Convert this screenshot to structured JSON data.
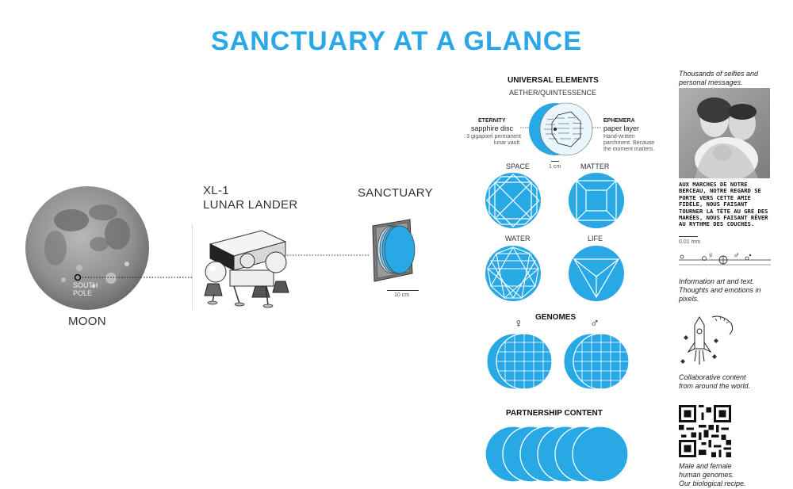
{
  "title": "SANCTUARY AT A GLANCE",
  "moon": {
    "label": "MOON",
    "marker_label": "SOUTH POLE"
  },
  "lander": {
    "label_line1": "XL-1",
    "label_line2": "LUNAR LANDER"
  },
  "sanctuary": {
    "label": "SANCTUARY",
    "scale": "10 cm"
  },
  "universal": {
    "heading": "UNIVERSAL ELEMENTS",
    "subheading": "AETHER/QUINTESSENCE",
    "eternity": {
      "title": "ETERNITY",
      "subtitle": "sapphire disc",
      "desc1": "3 gigapixel permanent",
      "desc2": "lunar vault."
    },
    "ephemera": {
      "title": "EPHEMERA",
      "subtitle": "paper layer",
      "desc1": "Hand-written",
      "desc2": "parchment. Because",
      "desc3": "the moment matters."
    },
    "scale": "1 cm",
    "elements": [
      "SPACE",
      "MATTER",
      "WATER",
      "LIFE"
    ]
  },
  "genomes": {
    "heading": "GENOMES",
    "female_symbol": "♀",
    "male_symbol": "♂"
  },
  "partnership": {
    "heading": "PARTNERSHIP CONTENT"
  },
  "sidebar": {
    "selfies_caption1": "Thousands of selfies and",
    "selfies_caption2": "personal messages.",
    "handwritten": [
      "AUX MARCHES DE NOTRE",
      "BERCEAU, NOTRE REGARD SE",
      "PORTE VERS CETTE AMIE",
      "FIDÈLE, NOUS FAISANT",
      "TOURNER LA TÊTE AU GRÉ DES",
      "MARÉES, NOUS FAISANT RÊVER",
      "AU RYTHME DES COUCHÉS."
    ],
    "scale": "0.01 mm",
    "info_caption1": "Information art and text.",
    "info_caption2": "Thoughts and emotions in",
    "info_caption3": "pixels.",
    "collab_caption1": "Collaborative content",
    "collab_caption2": "from around the world.",
    "genome_caption1": "Male and female",
    "genome_caption2": "human genomes.",
    "genome_caption3": "Our biological recipe."
  },
  "colors": {
    "accent": "#2aa7e6",
    "disc": "#29a8e6",
    "text": "#222222"
  }
}
